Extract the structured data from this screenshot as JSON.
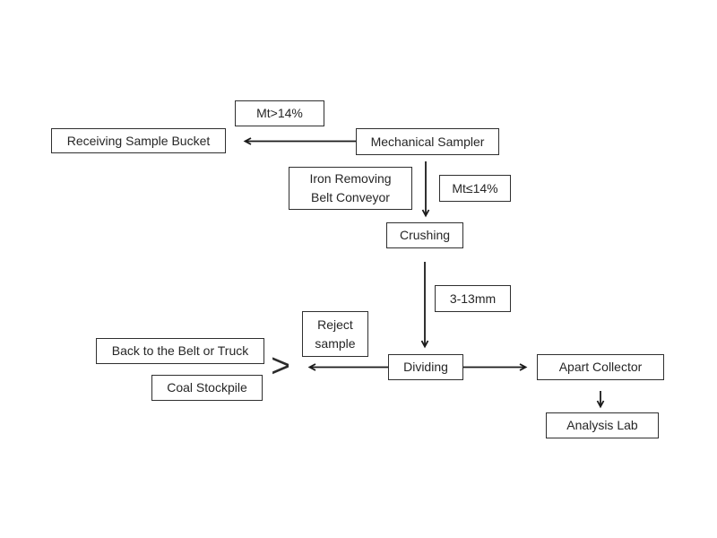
{
  "diagram": {
    "type": "flowchart",
    "colors": {
      "background": "#ffffff",
      "box_border": "#2f2f2f",
      "text": "#262626",
      "arrow": "#1a1a1a"
    },
    "fork_symbol": ">",
    "nodes": {
      "mt_gt_14": {
        "label": "Mt>14%"
      },
      "receiving_sample_bucket": {
        "label": "Receiving Sample Bucket"
      },
      "mechanical_sampler": {
        "label": "Mechanical Sampler"
      },
      "iron_removing_belt_conveyor": {
        "label": "Iron Removing\nBelt Conveyor"
      },
      "mt_le_14": {
        "label": "Mt≤14%"
      },
      "crushing": {
        "label": "Crushing"
      },
      "size_3_13mm": {
        "label": "3-13mm"
      },
      "reject_sample": {
        "label": "Reject\nsample"
      },
      "back_to_the_belt_or_truck": {
        "label": "Back to the Belt or Truck"
      },
      "coal_stockpile": {
        "label": "Coal Stockpile"
      },
      "dividing": {
        "label": "Dividing"
      },
      "apart_collector": {
        "label": "Apart Collector"
      },
      "analysis_lab": {
        "label": "Analysis Lab"
      }
    },
    "edges": [
      {
        "from": "mechanical_sampler",
        "to": "receiving_sample_bucket",
        "condition": "Mt>14%"
      },
      {
        "from": "mechanical_sampler",
        "to": "crushing",
        "condition": "Mt≤14%",
        "alongside": "Iron Removing Belt Conveyor"
      },
      {
        "from": "crushing",
        "to": "dividing",
        "condition": "3-13mm"
      },
      {
        "from": "dividing",
        "to": "back_to_the_belt_or_truck / coal_stockpile",
        "condition": "Reject sample"
      },
      {
        "from": "dividing",
        "to": "apart_collector"
      },
      {
        "from": "apart_collector",
        "to": "analysis_lab"
      }
    ]
  }
}
